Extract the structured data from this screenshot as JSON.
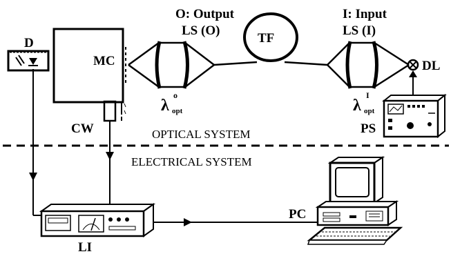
{
  "labels": {
    "detector": "D",
    "monochromator": "MC",
    "chopper_wheel": "CW",
    "output_header": "O: Output",
    "output_lens": "LS (O)",
    "fiber": "TF",
    "input_header": "I: Input",
    "input_lens": "LS (I)",
    "diode_laser": "DL",
    "power_supply": "PS",
    "lambda_symbol": "λ",
    "lambda_out_super": "o",
    "lambda_in_super": "I",
    "lambda_sub": "opt",
    "optical_system": "OPTICAL SYSTEM",
    "electrical_system": "ELECTRICAL SYSTEM",
    "computer": "PC",
    "lockin": "LI"
  }
}
